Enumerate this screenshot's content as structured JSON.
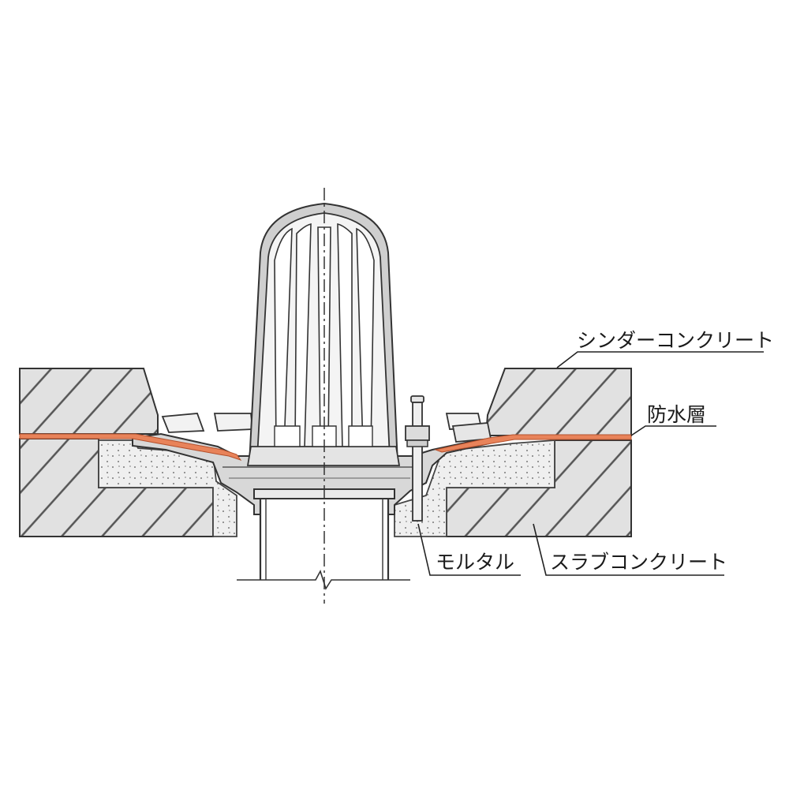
{
  "labels": {
    "cinder_concrete": "シンダーコンクリート",
    "waterproof_layer": "防水層",
    "mortar": "モルタル",
    "slab_concrete": "スラブコンクリート"
  },
  "colors": {
    "concrete_fill": "#e1e1e1",
    "mortar_fill": "#efefef",
    "drain_fill": "#d8d8d8",
    "strainer_fill": "#f4f4f4",
    "waterproof_layer": "#e8835a",
    "outline": "#333333",
    "leader_line": "#222222"
  }
}
